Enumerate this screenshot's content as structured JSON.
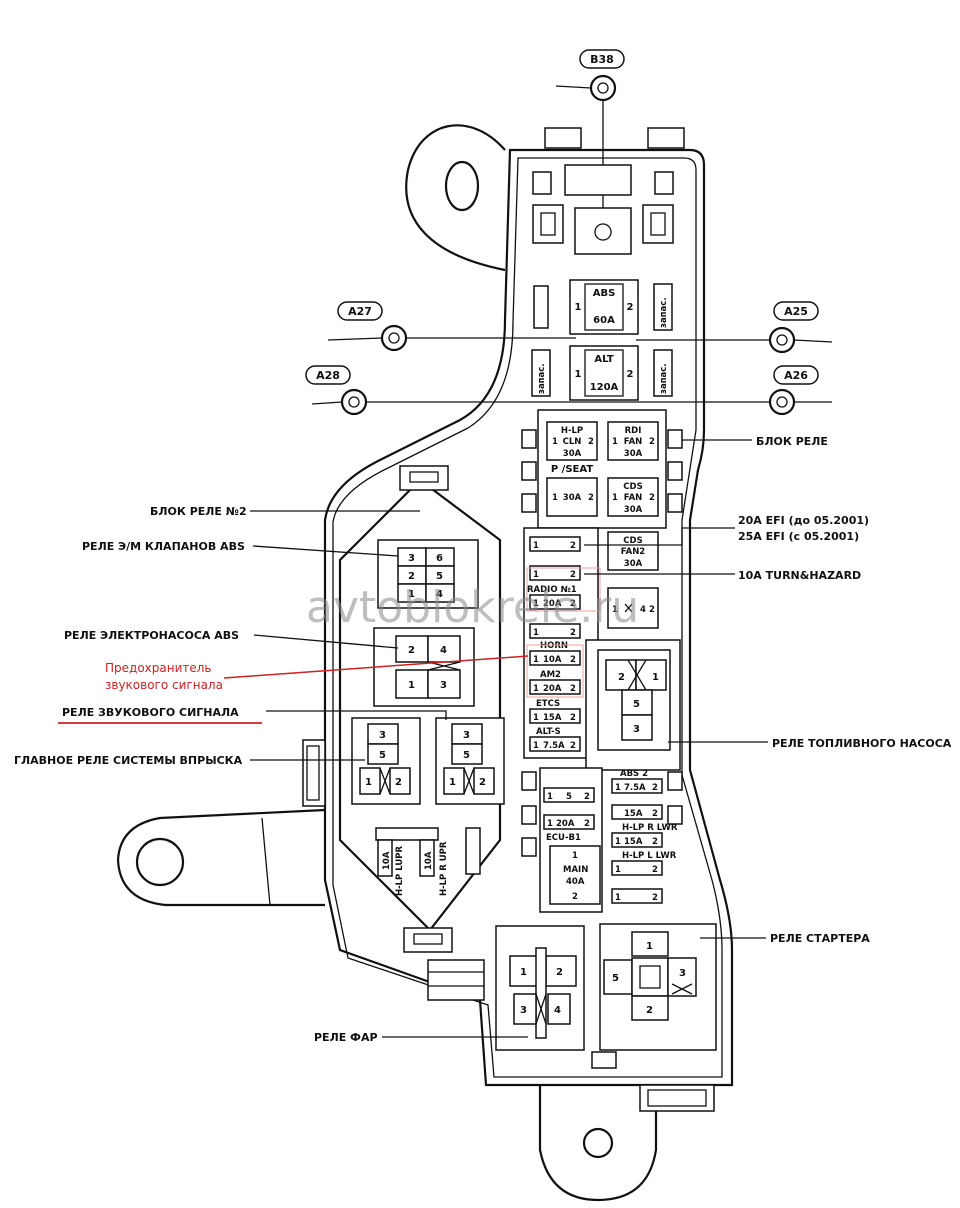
{
  "terminals": {
    "b38": "B38",
    "a27": "A27",
    "a25": "A25",
    "a28": "A28",
    "a26": "A26"
  },
  "labels": {
    "relay_block": "БЛОК РЕЛЕ",
    "relay_block_2": "БЛОК РЕЛЕ №2",
    "abs_valve_relay": "РЕЛЕ Э/М КЛАПАНОВ ABS",
    "abs_pump_relay": "РЕЛЕ ЭЛЕКТРОНАСОСА ABS",
    "horn_relay": "РЕЛЕ ЗВУКОВОГО СИГНАЛА",
    "efi_main_relay": "ГЛАВНОЕ РЕЛЕ СИСТЕМЫ ВПРЫСКА",
    "efi_fuse_1": "20A EFI (до 05.2001)",
    "efi_fuse_2": "25A EFI (с 05.2001)",
    "turn_hazard": "10A TURN&HAZARD",
    "fuel_pump_relay": "РЕЛЕ ТОПЛИВНОГО НАСОСА",
    "starter_relay": "РЕЛЕ СТАРТЕРА",
    "headlight_relay": "РЕЛЕ ФАР",
    "horn_fuse_1": "Предохранитель",
    "horn_fuse_2": "звукового сигнала"
  },
  "fuses": {
    "abs": "ABS",
    "abs_amp": "60A",
    "alt": "ALT",
    "alt_amp": "120A",
    "spare": "запас.",
    "hlp_cln": "H-LP\nCLN",
    "hlp_cln_l1": "H-LP",
    "hlp_cln_l2": "CLN",
    "hlp_cln_amp": "30A",
    "rdi_fan_l1": "RDI",
    "rdi_fan_l2": "FAN",
    "rdi_fan_amp": "30A",
    "pseat": "P /SEAT",
    "pseat_amp": "30A",
    "cds_fan_l1": "CDS",
    "cds_fan_l2": "FAN",
    "cds_fan_amp": "30A",
    "cds_fan2_l1": "CDS",
    "cds_fan2_l2": "FAN2",
    "cds_fan2_amp": "30A",
    "radio": "RADIO №1",
    "radio_amp": "20A",
    "horn": "HORN",
    "horn_amp": "10A",
    "am2": "AM2",
    "am2_amp": "20A",
    "etcs": "ETCS",
    "etcs_amp": "15A",
    "alts": "ALT-S",
    "alts_amp": "7.5A",
    "abs2": "ABS 2",
    "abs2_amp": "7.5A",
    "hlp_r_lwr": "H-LP R LWR",
    "hlp_l_lwr": "H-LP L LWR",
    "f15a": "15A",
    "ecub1": "ECU-B1",
    "ecub1_amp": "20A",
    "main": "MAIN",
    "main_amp": "40A",
    "hlp_lupr": "H-LP LUPR",
    "hlp_rupr": "H-LP R UPR",
    "f10a": "10A",
    "pin1": "1",
    "pin2": "2",
    "pin3": "3",
    "pin4": "4",
    "pin5": "5",
    "pin6": "6"
  },
  "watermark": "avtoblokrele.ru",
  "colors": {
    "annotation": "#cc2222",
    "line": "#111111"
  }
}
